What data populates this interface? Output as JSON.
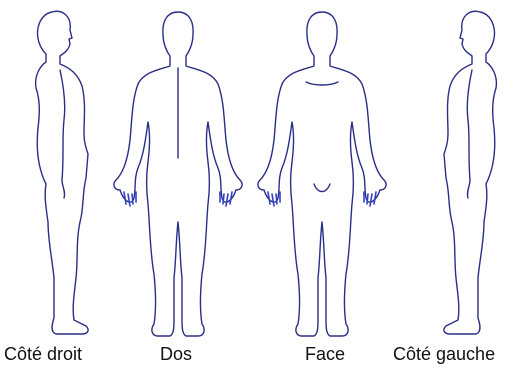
{
  "figure": {
    "views": [
      {
        "id": "right-side",
        "label": "Côté droit"
      },
      {
        "id": "back",
        "label": "Dos"
      },
      {
        "id": "front",
        "label": "Face"
      },
      {
        "id": "left-side",
        "label": "Côté gauche"
      }
    ],
    "colors": {
      "outline": "#2a2f86",
      "fingers": "#3340c4",
      "text": "#111111",
      "background": "#ffffff"
    }
  }
}
